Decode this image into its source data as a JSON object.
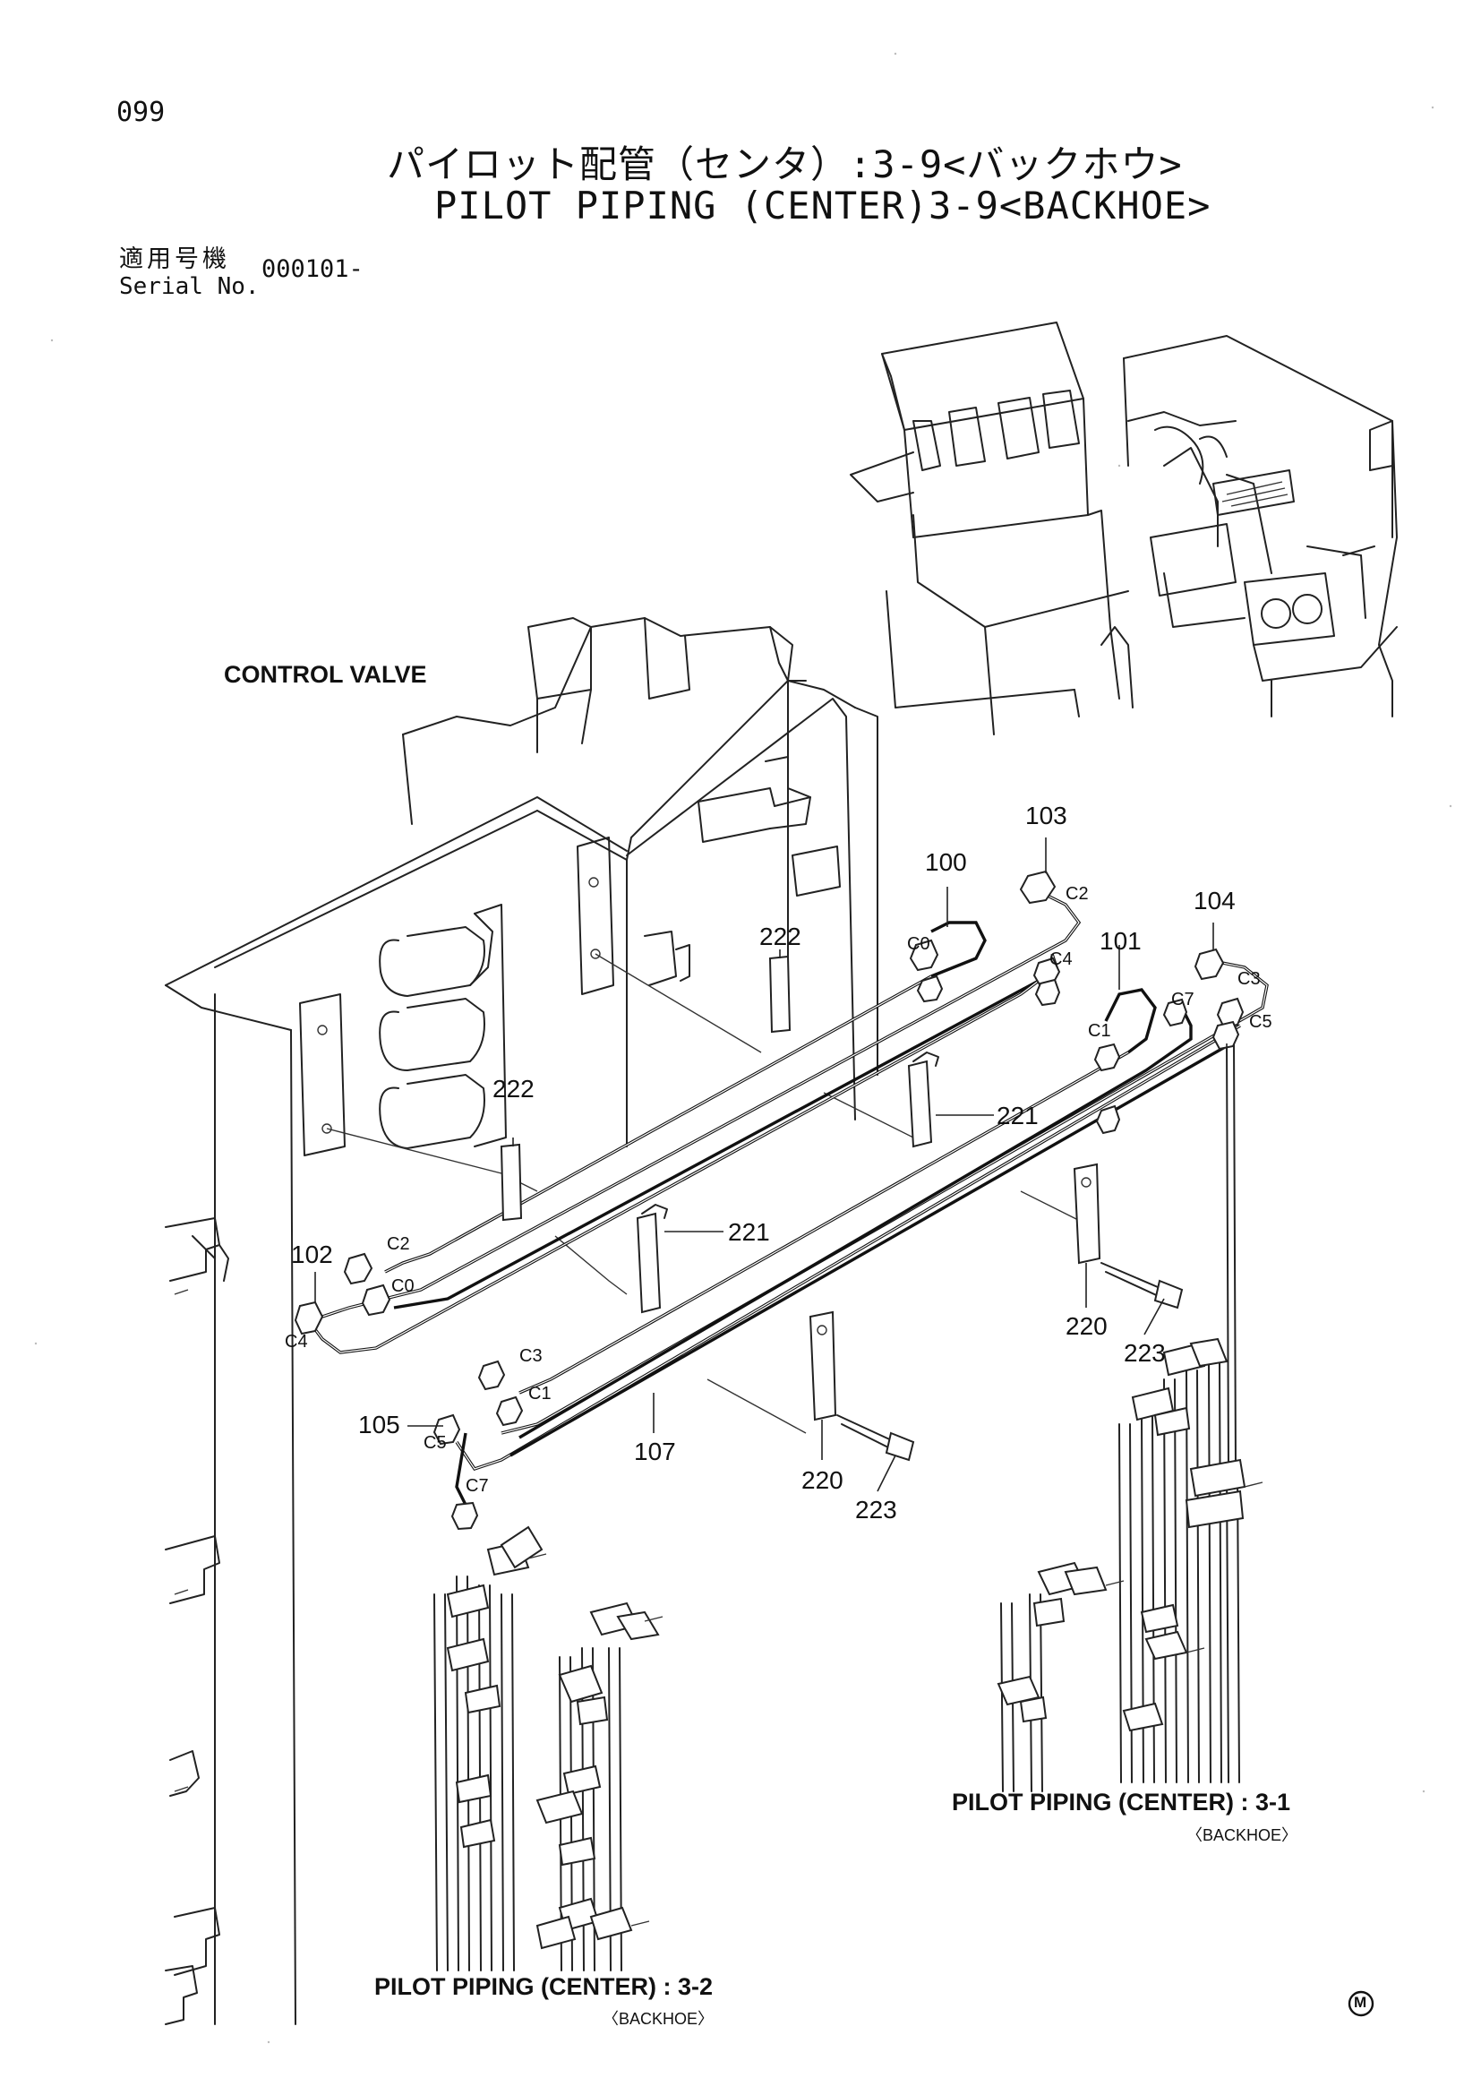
{
  "header": {
    "page_number": "099",
    "title_jp": "パイロット配管（センタ）:3-9<バックホウ>",
    "title_en": "PILOT PIPING (CENTER)3-9<BACKHOE>",
    "serial_label_jp": "適用号機",
    "serial_label_en": "Serial No.",
    "serial_value": "000101-"
  },
  "labels": {
    "control_valve": "CONTROL VALVE",
    "ref_3_1": "PILOT PIPING (CENTER) : 3-1",
    "ref_3_1_sub": "〈BACKHOE〉",
    "ref_3_2": "PILOT PIPING (CENTER) : 3-2",
    "ref_3_2_sub": "〈BACKHOE〉",
    "mark": "M"
  },
  "callouts": [
    {
      "id": "c100",
      "text": "100"
    },
    {
      "id": "c101",
      "text": "101"
    },
    {
      "id": "c102",
      "text": "102"
    },
    {
      "id": "c103",
      "text": "103"
    },
    {
      "id": "c104",
      "text": "104"
    },
    {
      "id": "c105",
      "text": "105"
    },
    {
      "id": "c107",
      "text": "107"
    },
    {
      "id": "c220a",
      "text": "220"
    },
    {
      "id": "c220b",
      "text": "220"
    },
    {
      "id": "c221a",
      "text": "221"
    },
    {
      "id": "c221b",
      "text": "221"
    },
    {
      "id": "c222a",
      "text": "222"
    },
    {
      "id": "c222b",
      "text": "222"
    },
    {
      "id": "c223a",
      "text": "223"
    },
    {
      "id": "c223b",
      "text": "223"
    }
  ],
  "connectors": [
    {
      "id": "k1",
      "text": "C2"
    },
    {
      "id": "k2",
      "text": "C0"
    },
    {
      "id": "k3",
      "text": "C4"
    },
    {
      "id": "k4",
      "text": "C3"
    },
    {
      "id": "k5",
      "text": "C7"
    },
    {
      "id": "k6",
      "text": "C1"
    },
    {
      "id": "k7",
      "text": "C5"
    },
    {
      "id": "k8",
      "text": "C2"
    },
    {
      "id": "k9",
      "text": "C0"
    },
    {
      "id": "k10",
      "text": "C4"
    },
    {
      "id": "k11",
      "text": "C3"
    },
    {
      "id": "k12",
      "text": "C1"
    },
    {
      "id": "k13",
      "text": "C5"
    },
    {
      "id": "k14",
      "text": "C7"
    }
  ]
}
